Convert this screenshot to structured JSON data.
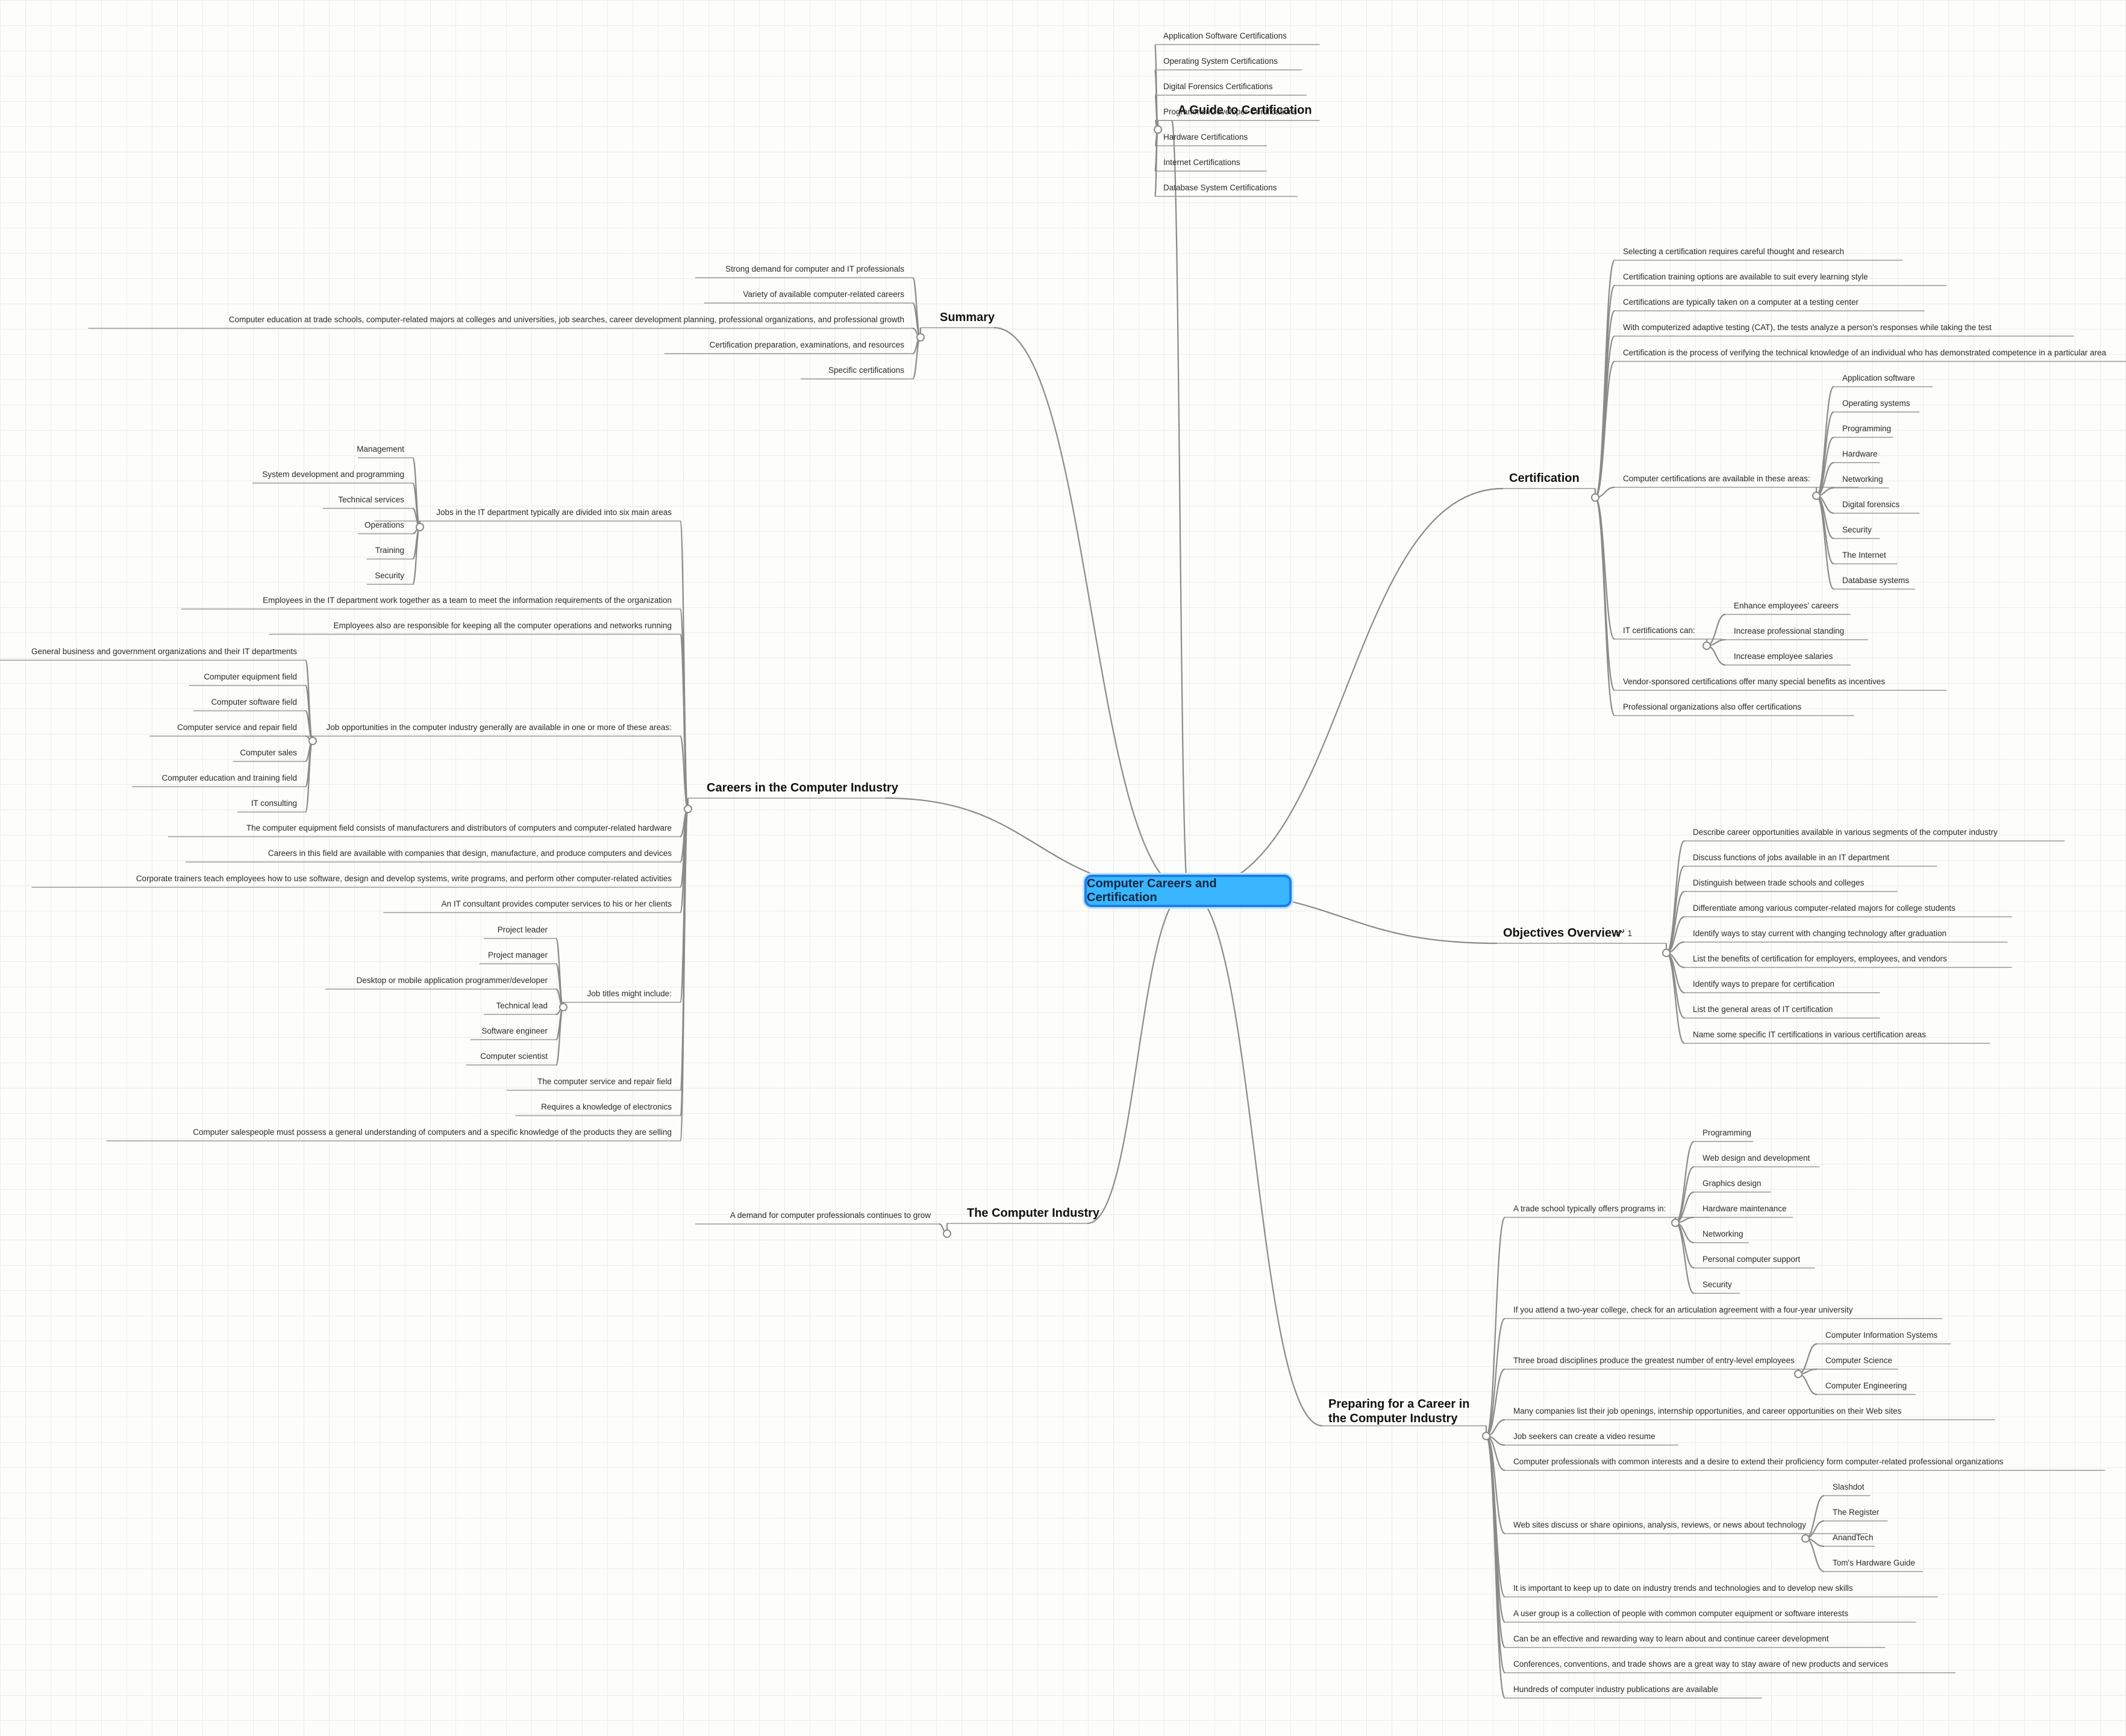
{
  "root": {
    "label": "Computer Careers and Certification"
  },
  "branches": [
    {
      "id": "guide",
      "label": "A Guide to Certification",
      "children": [
        {
          "label": "Application Software Certifications"
        },
        {
          "label": "Operating System Certifications"
        },
        {
          "label": "Digital Forensics Certifications"
        },
        {
          "label": "Programmer/Developer Certifications"
        },
        {
          "label": "Hardware Certifications"
        },
        {
          "label": "Internet Certifications"
        },
        {
          "label": "Database System Certifications"
        }
      ]
    },
    {
      "id": "summary",
      "label": "Summary",
      "children": [
        {
          "label": "Strong demand for computer and IT professionals"
        },
        {
          "label": "Variety of available computer-related careers"
        },
        {
          "label": "Computer education at trade schools, computer-related majors at colleges and universities, job searches, career development planning, professional organizations, and professional growth"
        },
        {
          "label": "Certification preparation, examinations, and resources"
        },
        {
          "label": "Specific certifications"
        }
      ]
    },
    {
      "id": "careers",
      "label": "Careers in the Computer Industry",
      "children": [
        {
          "label": "Jobs in the IT department typically are divided into six main areas",
          "children": [
            {
              "label": "Management"
            },
            {
              "label": "System development and programming"
            },
            {
              "label": "Technical services"
            },
            {
              "label": "Operations"
            },
            {
              "label": "Training"
            },
            {
              "label": "Security"
            }
          ]
        },
        {
          "label": "Employees in the IT department work together as a team to meet the information requirements of the organization"
        },
        {
          "label": "Employees also are responsible for keeping all the computer operations and networks running"
        },
        {
          "label": "Job opportunities in the computer industry generally are available in one or more of these areas:",
          "children": [
            {
              "label": "General business and government organizations and their IT departments"
            },
            {
              "label": "Computer equipment field"
            },
            {
              "label": "Computer software field"
            },
            {
              "label": "Computer service and repair field"
            },
            {
              "label": "Computer sales"
            },
            {
              "label": "Computer education and training field"
            },
            {
              "label": "IT consulting"
            }
          ]
        },
        {
          "label": "The computer equipment field consists of manufacturers and distributors of computers and computer-related hardware"
        },
        {
          "label": "Careers in this field are available with companies that design, manufacture, and produce computers and devices"
        },
        {
          "label": "Corporate trainers teach employees how to use software, design and develop systems, write programs, and perform other computer-related activities"
        },
        {
          "label": "An IT consultant provides computer services to his or her clients"
        },
        {
          "label": "Job titles might include:",
          "children": [
            {
              "label": "Project leader"
            },
            {
              "label": "Project manager"
            },
            {
              "label": "Desktop or mobile application programmer/developer"
            },
            {
              "label": "Technical lead"
            },
            {
              "label": "Software engineer"
            },
            {
              "label": "Computer scientist"
            }
          ]
        },
        {
          "label": "The computer service and repair field"
        },
        {
          "label": "Requires a knowledge of electronics"
        },
        {
          "label": "Computer salespeople must possess a general understanding of computers and a specific knowledge of the products they are selling"
        }
      ]
    },
    {
      "id": "industry",
      "label": "The Computer Industry",
      "children": [
        {
          "label": "A demand for computer professionals continues to grow"
        }
      ]
    },
    {
      "id": "certification",
      "label": "Certification",
      "children": [
        {
          "label": "Selecting a certification requires careful thought and research"
        },
        {
          "label": "Certification training options are available to suit every learning style"
        },
        {
          "label": "Certifications are typically taken on a computer at a testing center"
        },
        {
          "label": "With computerized adaptive testing (CAT), the tests analyze a person's responses while taking the test"
        },
        {
          "label": "Certification is the process of verifying the technical knowledge of an individual who has demonstrated competence in a particular area"
        },
        {
          "label": "Computer certifications are available in these areas:",
          "children": [
            {
              "label": "Application software"
            },
            {
              "label": "Operating systems"
            },
            {
              "label": "Programming"
            },
            {
              "label": "Hardware"
            },
            {
              "label": "Networking"
            },
            {
              "label": "Digital forensics"
            },
            {
              "label": "Security"
            },
            {
              "label": "The Internet"
            },
            {
              "label": "Database systems"
            }
          ]
        },
        {
          "label": "IT certifications can:",
          "children": [
            {
              "label": "Enhance employees' careers"
            },
            {
              "label": "Increase professional standing"
            },
            {
              "label": "Increase employee salaries"
            }
          ]
        },
        {
          "label": "Vendor-sponsored certifications offer many special benefits as incentives"
        },
        {
          "label": "Professional organizations also offer certifications"
        }
      ]
    },
    {
      "id": "objectives",
      "label": "Objectives Overview",
      "link_count": "1",
      "link_icon": "link-icon",
      "children": [
        {
          "label": "Describe career opportunities available in various segments of the computer industry"
        },
        {
          "label": "Discuss functions of jobs available in an IT department"
        },
        {
          "label": "Distinguish between trade schools and colleges"
        },
        {
          "label": "Differentiate among various computer-related majors for college students"
        },
        {
          "label": "Identify ways to stay current with changing technology after graduation"
        },
        {
          "label": "List the benefits of certification for employers, employees, and vendors"
        },
        {
          "label": "Identify ways to prepare for certification"
        },
        {
          "label": "List the general areas of IT certification"
        },
        {
          "label": "Name some specific IT certifications in various certification areas"
        }
      ]
    },
    {
      "id": "preparing",
      "label": "Preparing for a Career  in the Computer Industry",
      "label_lines": [
        "Preparing for a Career  in",
        "the Computer Industry"
      ],
      "children": [
        {
          "label": "A trade school typically offers programs in:",
          "children": [
            {
              "label": "Programming"
            },
            {
              "label": "Web design and development"
            },
            {
              "label": "Graphics design"
            },
            {
              "label": "Hardware maintenance"
            },
            {
              "label": "Networking"
            },
            {
              "label": "Personal computer support"
            },
            {
              "label": "Security"
            }
          ]
        },
        {
          "label": "If you attend a two-year college, check for an articulation agreement with a four-year university"
        },
        {
          "label": "Three broad disciplines produce the greatest number of entry-level employees",
          "children": [
            {
              "label": "Computer Information Systems"
            },
            {
              "label": "Computer Science"
            },
            {
              "label": "Computer Engineering"
            }
          ]
        },
        {
          "label": "Many companies list their job openings, internship opportunities, and career opportunities on their Web sites"
        },
        {
          "label": "Job seekers can create a video resume"
        },
        {
          "label": "Computer professionals with common interests and a desire to extend their proficiency form computer-related professional organizations"
        },
        {
          "label": "Web sites discuss or share opinions, analysis, reviews, or news about technology",
          "children": [
            {
              "label": "Slashdot"
            },
            {
              "label": "The Register"
            },
            {
              "label": "AnandTech"
            },
            {
              "label": "Tom's Hardware Guide"
            }
          ]
        },
        {
          "label": "It is important to keep up to date on industry trends and technologies and to develop new skills"
        },
        {
          "label": "A user group is a collection of people with common computer equipment or software interests"
        },
        {
          "label": "Can be an effective and rewarding way to learn about and continue career development"
        },
        {
          "label": "Conferences, conventions, and trade shows are a great way to stay aware of new products and services"
        },
        {
          "label": "Hundreds of computer industry publications are available"
        }
      ]
    }
  ]
}
